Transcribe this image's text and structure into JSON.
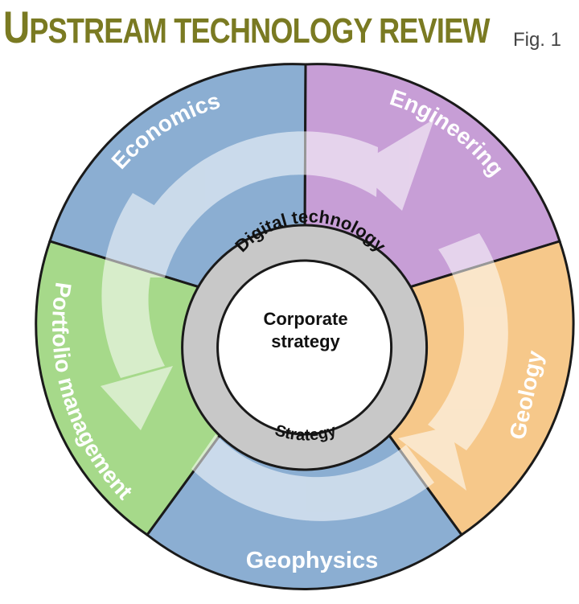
{
  "header": {
    "title_first_letter": "U",
    "title_rest": "PSTREAM TECHNOLOGY REVIEW",
    "figure_label": "Fig. 1"
  },
  "diagram": {
    "segments": [
      {
        "label": "Economics",
        "color": "#8baed2"
      },
      {
        "label": "Engineering",
        "color": "#c79ed6"
      },
      {
        "label": "Geology",
        "color": "#f6c88a"
      },
      {
        "label": "Geophysics",
        "color": "#8baed2"
      },
      {
        "label": "Portfolio management",
        "color": "#a6d98a"
      }
    ],
    "inner_ring": {
      "top_label": "Digital technology",
      "bottom_label": "Strategy",
      "color": "#c8c8c8"
    },
    "center": {
      "line1": "Corporate",
      "line2": "strategy"
    },
    "colors": {
      "ring_stroke": "#1a1a1a",
      "arrow_fill": "#ffffff",
      "title": "#7a7a22"
    }
  }
}
